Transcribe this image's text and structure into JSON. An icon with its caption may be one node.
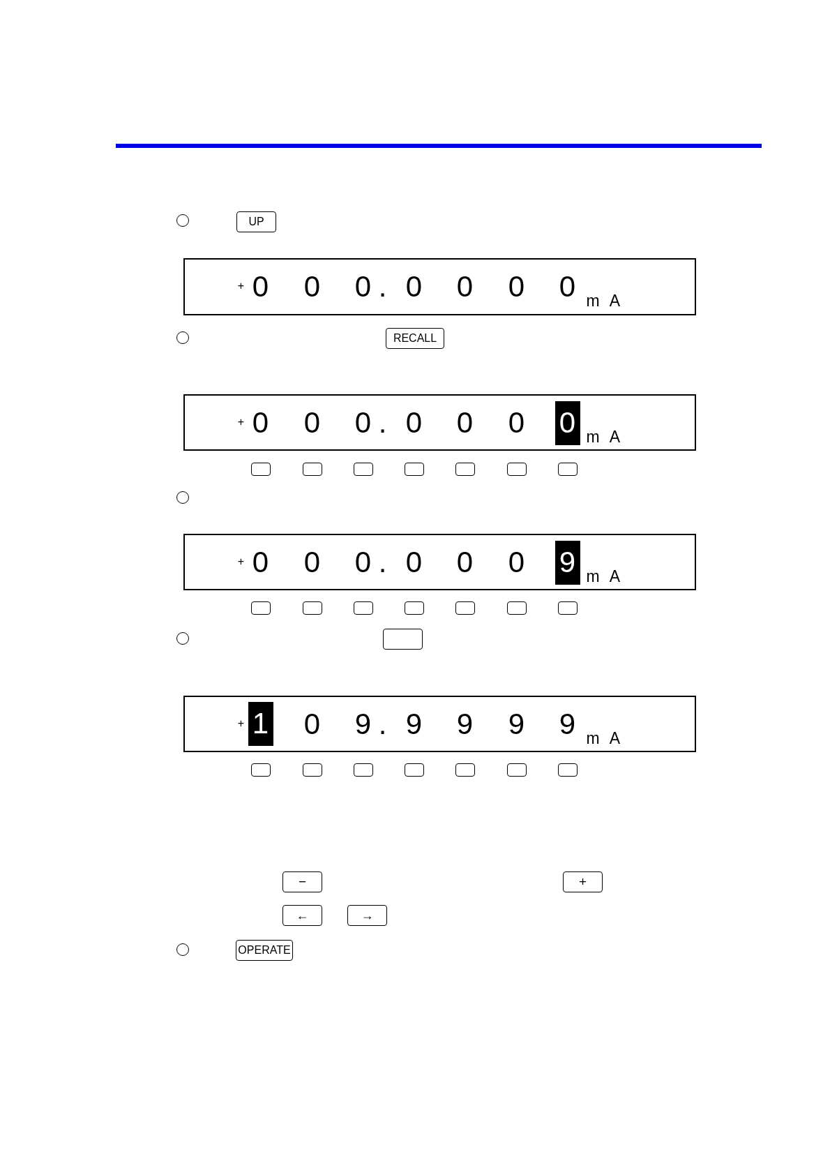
{
  "diagram": {
    "nodes": [
      {
        "text": [],
        "shape": "circle"
      },
      {
        "text": [
          "UP"
        ]
      },
      {
        "text": [
          "+",
          "0",
          "0",
          "0",
          ".",
          "0",
          "0",
          "0",
          "0",
          "mA"
        ]
      },
      {
        "text": [],
        "shape": "circle"
      },
      {
        "text": [
          "RECALL"
        ]
      },
      {
        "text": [
          "+",
          "0",
          "0",
          "0",
          ".",
          "0",
          "0",
          "0",
          "mA"
        ]
      },
      {
        "text": [
          "0"
        ],
        "in": 5
      },
      {
        "text": [],
        "shape": "box"
      },
      {
        "text": [],
        "shape": "box"
      },
      {
        "text": [],
        "shape": "box"
      },
      {
        "text": [],
        "shape": "box"
      },
      {
        "text": [],
        "shape": "box"
      },
      {
        "text": [],
        "shape": "box"
      },
      {
        "text": [],
        "shape": "box"
      },
      {
        "text": [],
        "shape": "circle"
      },
      {
        "text": [
          "+",
          "0",
          "0",
          "0",
          ".",
          "0",
          "0",
          "0",
          "mA"
        ]
      },
      {
        "text": [
          "9"
        ],
        "in": 15
      },
      {
        "text": [],
        "shape": "box"
      },
      {
        "text": [],
        "shape": "box"
      },
      {
        "text": [],
        "shape": "box"
      },
      {
        "text": [],
        "shape": "box"
      },
      {
        "text": [],
        "shape": "box"
      },
      {
        "text": [],
        "shape": "box"
      },
      {
        "text": [],
        "shape": "box"
      },
      {
        "text": [],
        "shape": "circle"
      },
      {
        "text": [],
        "shape": "box"
      },
      {
        "text": [
          "+",
          "0",
          "9",
          ".",
          "9",
          "9",
          "9",
          "9",
          "mA"
        ]
      },
      {
        "text": [
          "1"
        ],
        "in": 26
      },
      {
        "text": [],
        "shape": "box"
      },
      {
        "text": [],
        "shape": "box"
      },
      {
        "text": [],
        "shape": "box"
      },
      {
        "text": [],
        "shape": "box"
      },
      {
        "text": [],
        "shape": "box"
      },
      {
        "text": [],
        "shape": "box"
      },
      {
        "text": [],
        "shape": "box"
      },
      {
        "text": [
          "−"
        ]
      },
      {
        "text": [
          "+"
        ]
      },
      {
        "text": [
          "←"
        ]
      },
      {
        "text": [
          "→"
        ]
      },
      {
        "text": [],
        "shape": "circle"
      },
      {
        "text": [
          "OPERATE"
        ]
      }
    ]
  }
}
